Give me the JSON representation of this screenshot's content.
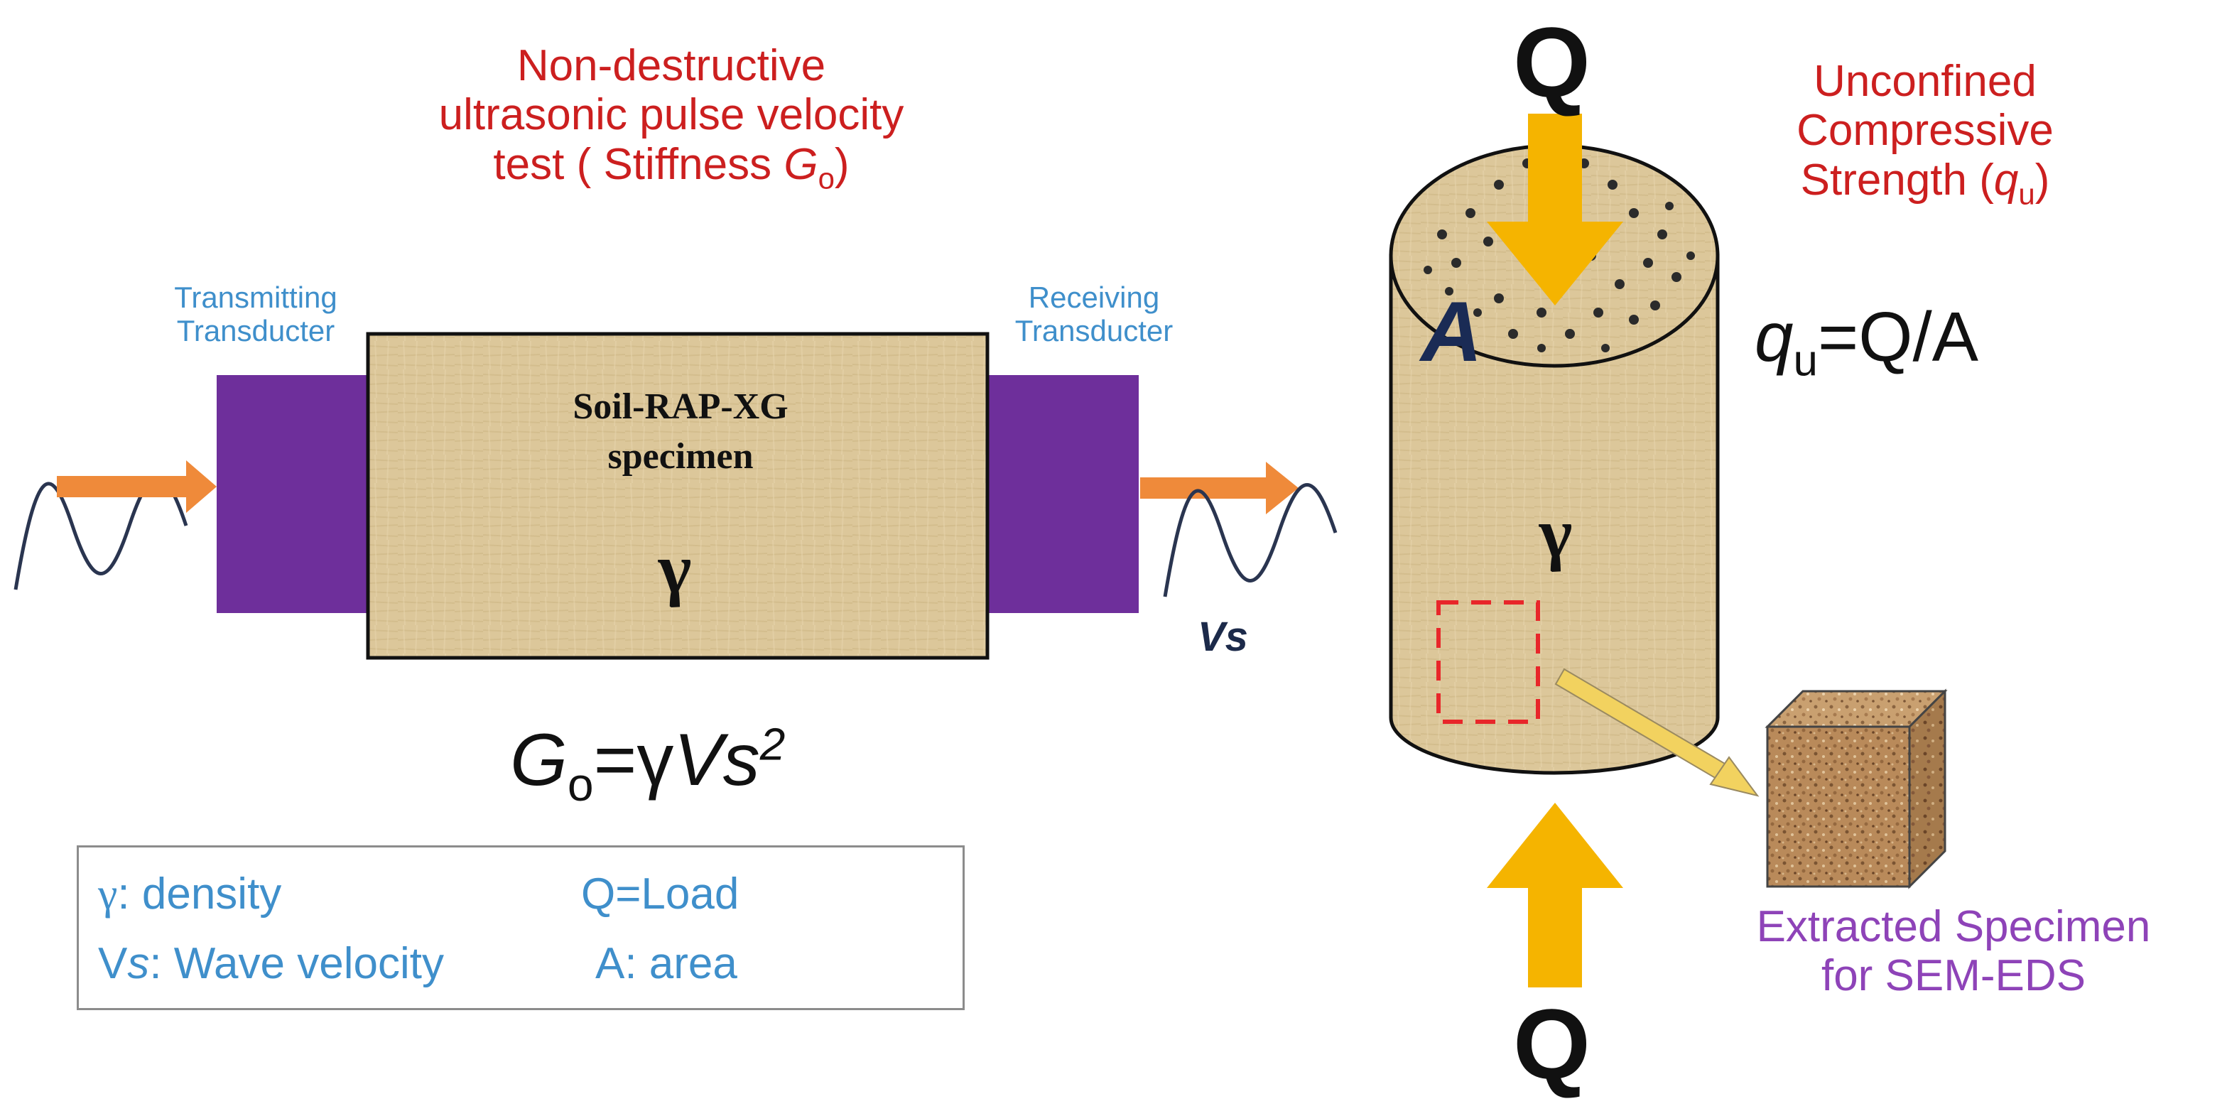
{
  "left_test": {
    "title_line1": "Non-destructive",
    "title_line2": "ultrasonic pulse velocity",
    "title_line3_prefix": "test ( Stiffness ",
    "title_line3_symbol": "G",
    "title_line3_sub": "o",
    "title_line3_suffix": ")",
    "transmitting_line1": "Transmitting",
    "transmitting_line2": "Transducter",
    "receiving_line1": "Receiving",
    "receiving_line2": "Transducter",
    "specimen_line1": "Soil-RAP-XG",
    "specimen_line2": "specimen",
    "specimen_symbol": "γ",
    "wave_label": "Vs",
    "formula": {
      "g": "G",
      "o": "o",
      "eq": "=γ",
      "vs": "Vs",
      "sup": "2"
    }
  },
  "legend": {
    "density": {
      "symbol": "γ",
      "text": ": density"
    },
    "velocity": {
      "symbol": "V",
      "italic": "s",
      "text": ": Wave velocity"
    },
    "load": "Q=Load",
    "area": "A: area"
  },
  "right_test": {
    "title_line1": "Unconfined",
    "title_line2": "Compressive",
    "title_line3_prefix": "Strength (",
    "title_line3_symbol": "q",
    "title_line3_sub": "u",
    "title_line3_suffix": ")",
    "formula": {
      "q": "q",
      "u": "u",
      "rest": "=Q/A"
    },
    "load_top": "Q",
    "load_bottom": "Q",
    "area_label": "A",
    "specimen_symbol": "γ",
    "extracted_line1": "Extracted Specimen",
    "extracted_line2": "for SEM-EDS"
  },
  "colors": {
    "title_red": "#cc1f1f",
    "label_blue": "#3f8fcb",
    "label_purple": "#8e43b8",
    "transducer_purple": "#6e2f9b",
    "wave_arrow_orange": "#ef8a3a",
    "load_arrow_gold": "#f5b400",
    "specimen_tan": "#dcc79a",
    "dashed_red": "#e8262a"
  }
}
